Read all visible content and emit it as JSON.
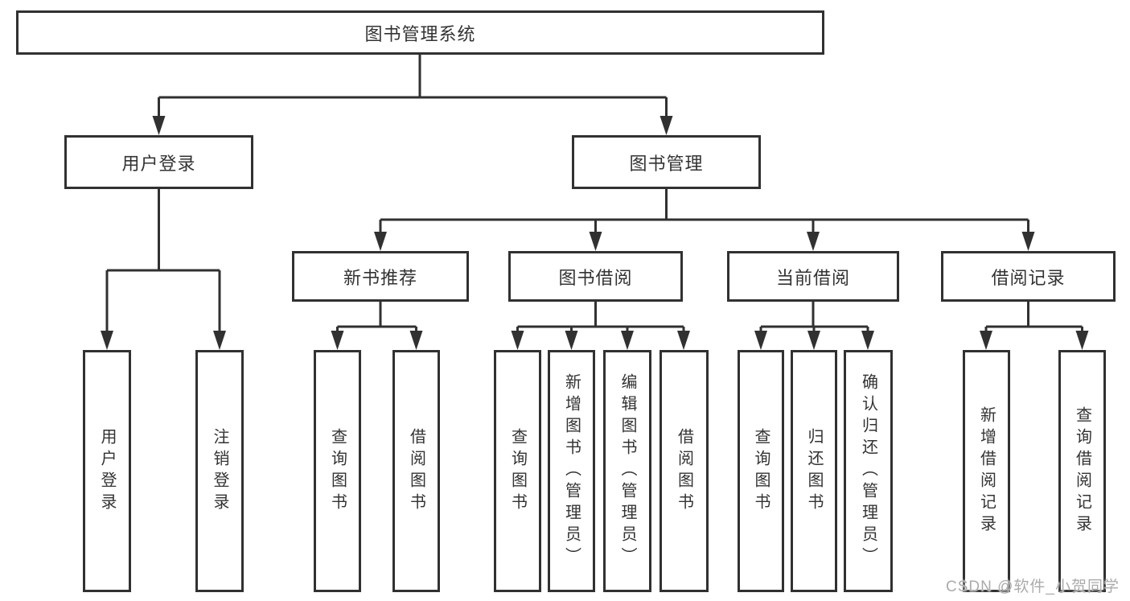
{
  "tree": {
    "root": {
      "label": "图书管理系统"
    },
    "children": [
      {
        "label": "用户登录",
        "children": [
          {
            "label": "用户登录"
          },
          {
            "label": "注销登录"
          }
        ]
      },
      {
        "label": "图书管理",
        "children": [
          {
            "label": "新书推荐",
            "children": [
              {
                "label": "查询图书"
              },
              {
                "label": "借阅图书"
              }
            ]
          },
          {
            "label": "图书借阅",
            "children": [
              {
                "label": "查询图书"
              },
              {
                "label": "新增图书（管理员）"
              },
              {
                "label": "编辑图书（管理员）"
              },
              {
                "label": "借阅图书"
              }
            ]
          },
          {
            "label": "当前借阅",
            "children": [
              {
                "label": "查询图书"
              },
              {
                "label": "归还图书"
              },
              {
                "label": "确认归还（管理员）"
              }
            ]
          },
          {
            "label": "借阅记录",
            "children": [
              {
                "label": "新增借阅记录"
              },
              {
                "label": "查询借阅记录"
              }
            ]
          }
        ]
      }
    ]
  },
  "watermark": {
    "text": "CSDN @软件_小贺同学"
  },
  "colors": {
    "line": "#313131",
    "text": "#333333",
    "background": "#ffffff",
    "watermark": "#ababab"
  }
}
